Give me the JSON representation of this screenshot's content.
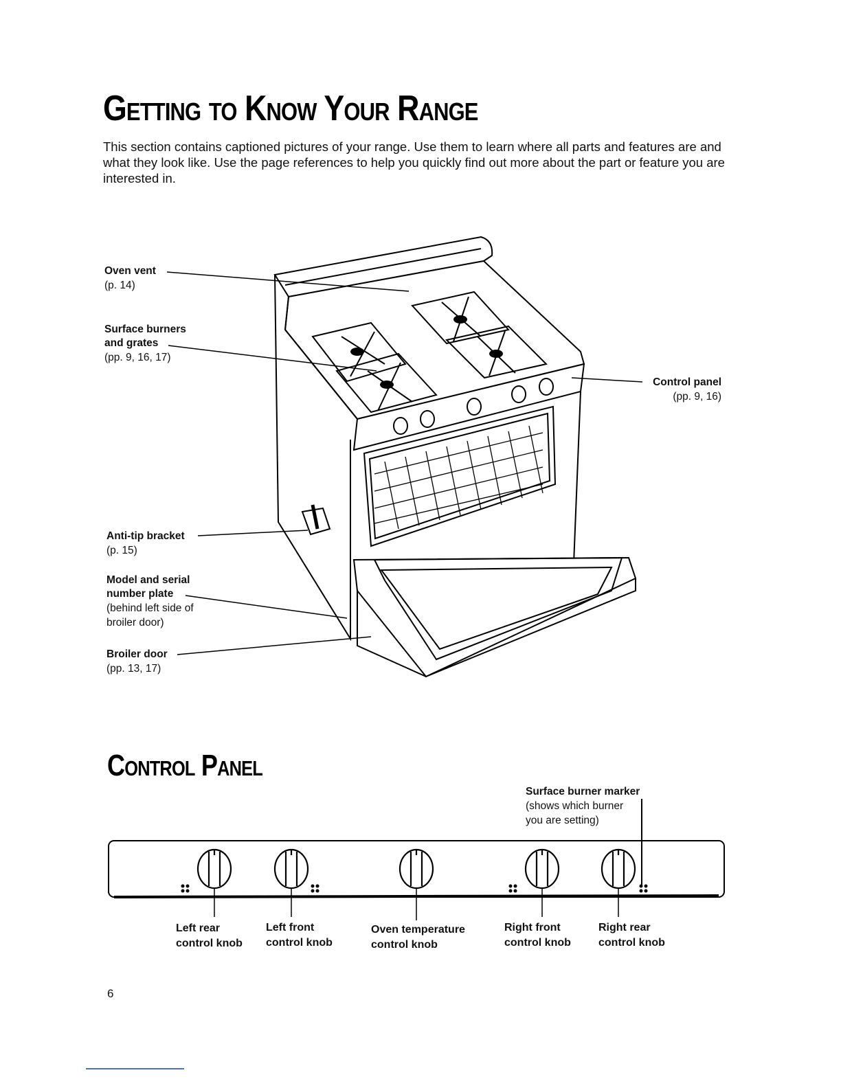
{
  "page": {
    "title": "Getting to Know Your Range",
    "intro": "This section contains captioned pictures of your range. Use them to learn where all parts and features are and what they look like. Use the page references to help you quickly find out more about the part or feature you are interested in.",
    "page_number": "6"
  },
  "range_callouts": [
    {
      "title": "Oven vent",
      "ref": "(p. 14)"
    },
    {
      "title": "Surface burners and grates",
      "ref": "(pp. 9, 16, 17)"
    },
    {
      "title": "Anti-tip bracket",
      "ref": "(p. 15)"
    },
    {
      "title": "Model and serial number plate",
      "ref": "(behind left side of broiler door)"
    },
    {
      "title": "Broiler door",
      "ref": "(pp. 13, 17)"
    },
    {
      "title": "Control panel",
      "ref": "(pp. 9, 16)"
    }
  ],
  "control_panel": {
    "title": "Control Panel",
    "marker_title": "Surface burner marker",
    "marker_ref": "(shows which burner you are setting)",
    "knobs": [
      {
        "line1": "Left rear",
        "line2": "control knob"
      },
      {
        "line1": "Left front",
        "line2": "control knob"
      },
      {
        "line1": "Oven temperature",
        "line2": "control knob"
      },
      {
        "line1": "Right front",
        "line2": "control knob"
      },
      {
        "line1": "Right rear",
        "line2": "control knob"
      }
    ]
  }
}
